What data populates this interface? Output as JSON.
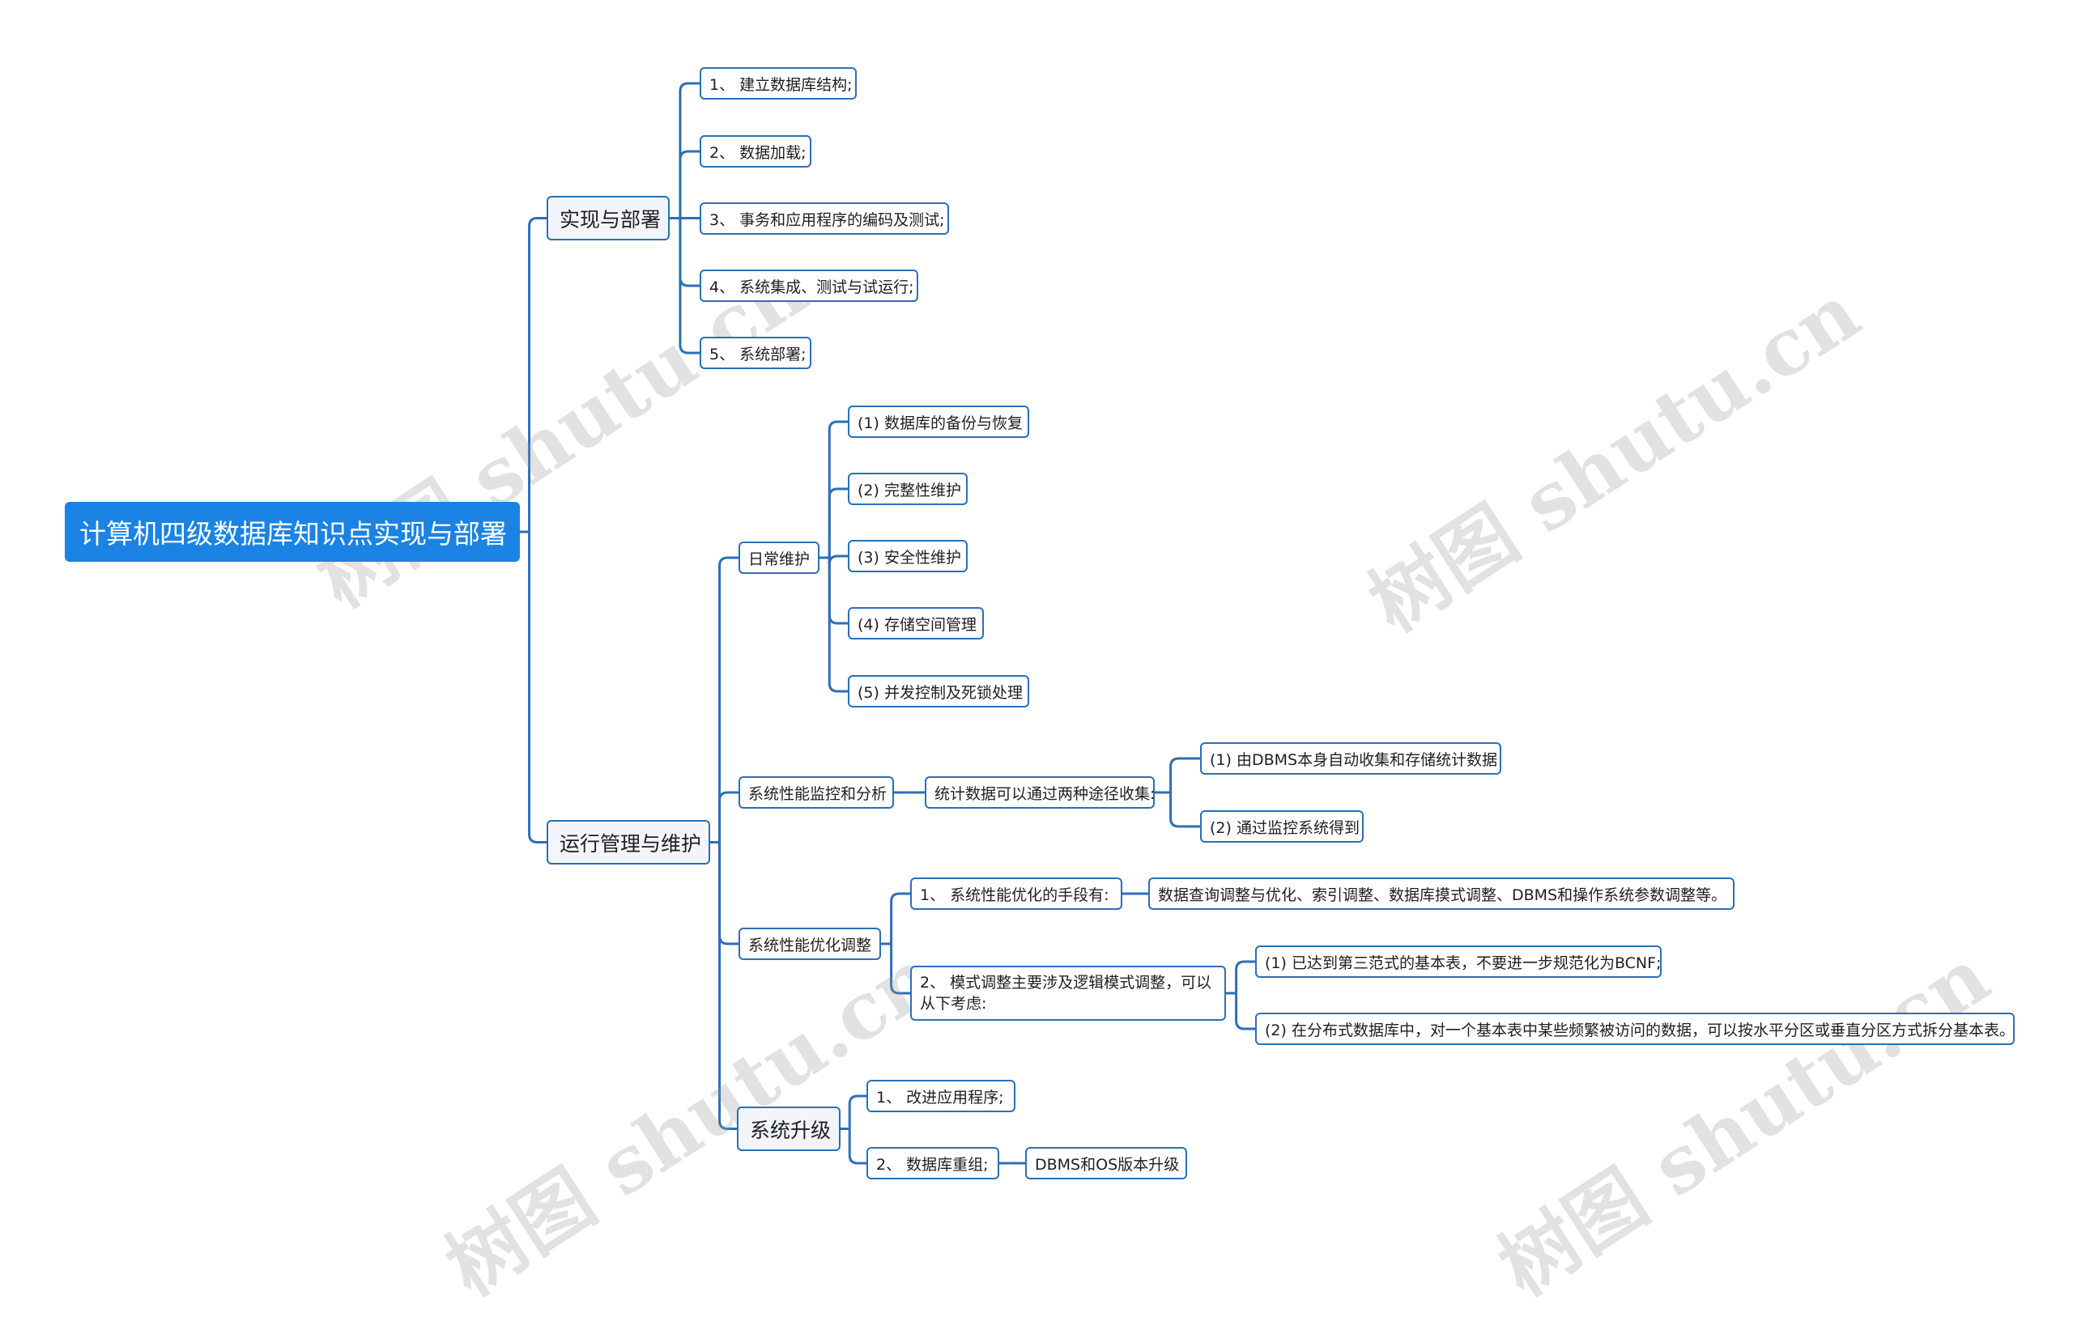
{
  "root": {
    "id": "root",
    "text": "计算机四级数据库知识点实现与部署"
  },
  "nodes": [
    {
      "id": "a",
      "parent": "root",
      "level": 1,
      "text": "实现与部署"
    },
    {
      "id": "a1",
      "parent": "a",
      "level": 2,
      "text": "1、 建立数据库结构;"
    },
    {
      "id": "a2",
      "parent": "a",
      "level": 2,
      "text": "2、 数据加载;"
    },
    {
      "id": "a3",
      "parent": "a",
      "level": 2,
      "text": "3、 事务和应用程序的编码及测试;"
    },
    {
      "id": "a4",
      "parent": "a",
      "level": 2,
      "text": "4、 系统集成、测试与试运行;"
    },
    {
      "id": "a5",
      "parent": "a",
      "level": 2,
      "text": "5、 系统部署;"
    },
    {
      "id": "b",
      "parent": "root",
      "level": 1,
      "text": "运行管理与维护"
    },
    {
      "id": "b1",
      "parent": "b",
      "level": 2,
      "text": "日常维护"
    },
    {
      "id": "b1a",
      "parent": "b1",
      "level": 2,
      "text": "(1) 数据库的备份与恢复"
    },
    {
      "id": "b1b",
      "parent": "b1",
      "level": 2,
      "text": "(2) 完整性维护"
    },
    {
      "id": "b1c",
      "parent": "b1",
      "level": 2,
      "text": "(3) 安全性维护"
    },
    {
      "id": "b1d",
      "parent": "b1",
      "level": 2,
      "text": "(4) 存储空间管理"
    },
    {
      "id": "b1e",
      "parent": "b1",
      "level": 2,
      "text": "(5) 并发控制及死锁处理"
    },
    {
      "id": "b2",
      "parent": "b",
      "level": 2,
      "text": "系统性能监控和分析"
    },
    {
      "id": "b2a",
      "parent": "b2",
      "level": 2,
      "text": "统计数据可以通过两种途径收集:"
    },
    {
      "id": "b2a1",
      "parent": "b2a",
      "level": 2,
      "text": "(1) 由DBMS本身自动收集和存储统计数据"
    },
    {
      "id": "b2a2",
      "parent": "b2a",
      "level": 2,
      "text": "(2) 通过监控系统得到"
    },
    {
      "id": "b3",
      "parent": "b",
      "level": 2,
      "text": "系统性能优化调整"
    },
    {
      "id": "b3a",
      "parent": "b3",
      "level": 2,
      "text": "1、 系统性能优化的手段有:"
    },
    {
      "id": "b3a1",
      "parent": "b3a",
      "level": 2,
      "text": "数据查询调整与优化、索引调整、数据库摸式调整、DBMS和操作系统参数调整等。"
    },
    {
      "id": "b3b",
      "parent": "b3",
      "level": 2,
      "text": "2、 模式调整主要涉及逻辑模式调整，可以从下考虑:"
    },
    {
      "id": "b3b1",
      "parent": "b3b",
      "level": 2,
      "text": "(1) 已达到第三范式的基本表，不要进一步规范化为BCNF;"
    },
    {
      "id": "b3b2",
      "parent": "b3b",
      "level": 2,
      "text": "(2) 在分布式数据库中，对一个基本表中某些频繁被访问的数据，可以按水平分区或垂直分区方式拆分基本表。"
    },
    {
      "id": "b4",
      "parent": "b",
      "level": 1,
      "text": "系统升级"
    },
    {
      "id": "b4a",
      "parent": "b4",
      "level": 2,
      "text": "1、 改进应用程序;"
    },
    {
      "id": "b4b",
      "parent": "b4",
      "level": 2,
      "text": "2、 数据库重组;"
    },
    {
      "id": "b4b1",
      "parent": "b4b",
      "level": 2,
      "text": "DBMS和OS版本升级"
    }
  ],
  "watermark": "树图 shutu.cn",
  "colors": {
    "line": "#2c6fb7",
    "root_bg": "#1a83e3",
    "l1_bg": "#f2f5f9",
    "node_border": "#2c6fb7"
  }
}
